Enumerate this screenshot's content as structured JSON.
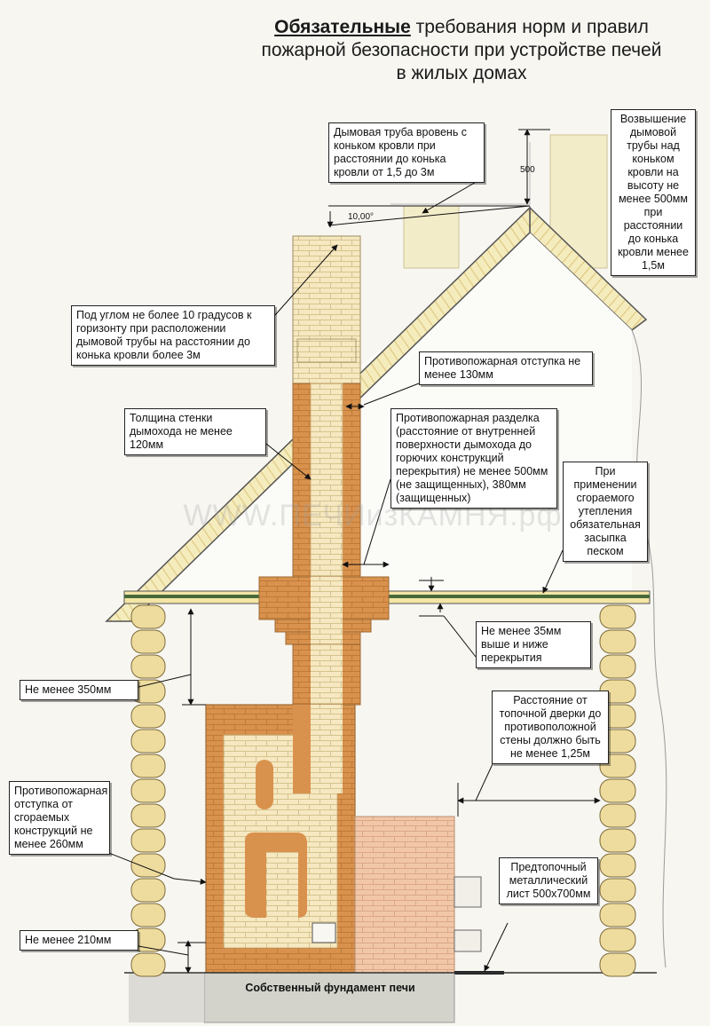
{
  "title": {
    "emphasis": "Обязательные",
    "line1_rest": " требования норм и правил",
    "line2": "пожарной безопасности при устройстве печей",
    "line3": "в жилых домах"
  },
  "watermark": "WWW.ПЕЧИизКАМНЯ.рф",
  "dimensions": {
    "height_500": "500",
    "angle": "10,00°"
  },
  "callouts": {
    "chimney_level": "Дымовая труба вровень с коньком кровли при расстоянии до конька кровли от 1,5 до 3м",
    "chimney_rise": "Возвышение дымовой трубы над коньком кровли на высоту не менее 500мм при расстоянии до конька кровли менее 1,5м",
    "angle_rule": "Под углом не более 10 градусов к горизонту при расположении дымовой трубы на расстоянии до конька кровли более 3м",
    "fire_gap_130": "Противопожарная отступка не менее 130мм",
    "wall_thickness": "Толщина стенки дымохода не менее 120мм",
    "fire_cut": "Противопожарная разделка (расстояние от внутренней поверхности дымохода до горючих конструкций перекрытия) не менее 500мм (не защищенных), 380мм (защищенных)",
    "insulation": "При применении сгораемого утепления обязательная засыпка песком",
    "above_below_35": "Не менее 35мм выше и ниже перекрытия",
    "min_350": "Не менее 350мм",
    "door_distance": "Расстояние от топочной дверки до противоположной стены должно быть не менее 1,25м",
    "fire_gap_260": "Противопожарная отступка от сгораемых конструкций не менее 260мм",
    "metal_sheet": "Предтопочный металлический лист 500х700мм",
    "min_210": "Не менее 210мм"
  },
  "foundation": "Собственный фундамент печи",
  "colors": {
    "brick_orange": "#d9924d",
    "brick_light": "#f6e8c0",
    "brick_pink": "#f1c7a8",
    "roof_light": "#f4e9b7",
    "log": "#eedc9e",
    "beam_green": "#476a3a",
    "foundation": "#d3d3cc"
  }
}
